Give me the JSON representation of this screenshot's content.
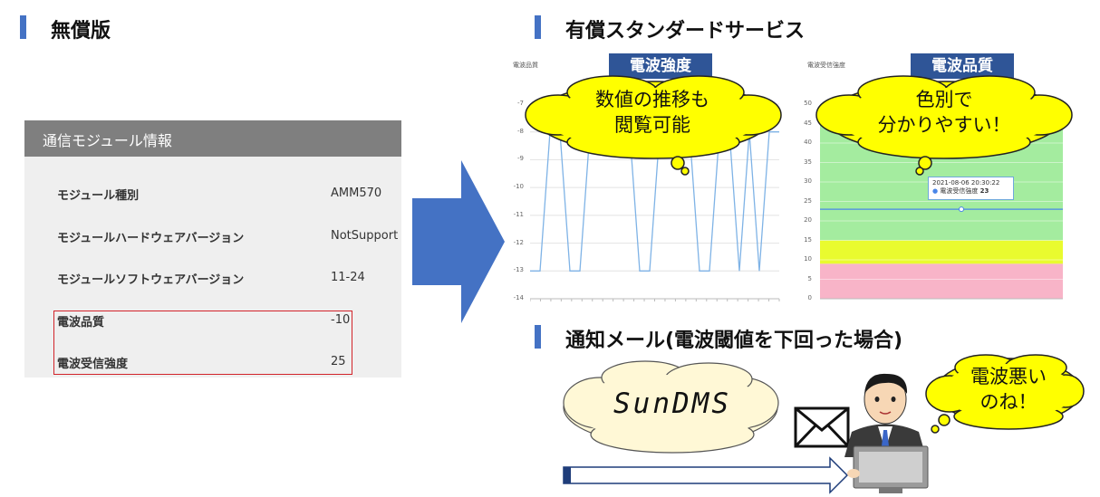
{
  "free": {
    "title": "無償版",
    "panel_title": "通信モジュール情報",
    "rows": [
      {
        "label": "モジュール種別",
        "value": "AMM570"
      },
      {
        "label": "モジュールハードウェアバージョン",
        "value": "NotSupport"
      },
      {
        "label": "モジュールソフトウェアバージョン",
        "value": "11-24"
      },
      {
        "label": "電波品質",
        "value": "-10"
      },
      {
        "label": "電波受信強度",
        "value": "25"
      }
    ]
  },
  "paid": {
    "title": "有償スタンダードサービス",
    "chart1_small_title": "電波品質",
    "chart1_tag": "電波強度",
    "chart1_bubble": [
      "数値の推移も",
      "閲覧可能"
    ],
    "chart1_yticks": [
      "-7",
      "-8",
      "-9",
      "-10",
      "-11",
      "-12",
      "-13",
      "-14"
    ],
    "chart2_small_title": "電波受信強度",
    "chart2_tag": "電波品質",
    "chart2_bubble": [
      "色別で",
      "分かりやすい！"
    ],
    "chart2_yticks": [
      "50",
      "45",
      "40",
      "35",
      "30",
      "25",
      "20",
      "15",
      "10",
      "5",
      "0"
    ],
    "tooltip_date": "2021-08-06 20:30:22",
    "tooltip_label": "電波受信強度",
    "tooltip_value": "23"
  },
  "notify": {
    "title": "通知メール(電波閾値を下回った場合)",
    "logo": "SunDMS",
    "person_bubble": [
      "電波悪い",
      "のね！"
    ]
  },
  "colors": {
    "accent": "#4472c4",
    "tag": "#2f5597",
    "arrow": "#4472c4",
    "bubble": "#ffff00",
    "band_green": "#a4ec9f",
    "band_yellow": "#e9fb2f",
    "band_pink": "#f8b4c8",
    "highlight_box": "#d2232a"
  },
  "icons": [
    "right-arrow-icon",
    "envelope-icon",
    "person-at-computer-icon",
    "cloud-icon",
    "speech-bubble-icon"
  ],
  "chart_data": [
    {
      "type": "line",
      "title": "電波品質",
      "xlabel": "",
      "ylabel": "",
      "ylim": [
        -14,
        -7
      ],
      "grid": true,
      "series": [
        {
          "values": [
            -13,
            -13,
            -8,
            -8,
            -13,
            -13,
            -8,
            -8,
            -8,
            -8,
            -8,
            -13,
            -13,
            -8,
            -8,
            -8,
            -8,
            -13,
            -13,
            -8,
            -8,
            -13,
            -8,
            -13,
            -8,
            -8
          ]
        }
      ]
    },
    {
      "type": "area",
      "title": "電波受信強度",
      "xlabel": "",
      "ylabel": "",
      "ylim": [
        0,
        50
      ],
      "bands": [
        {
          "from": 0,
          "to": 9,
          "color": "pink"
        },
        {
          "from": 9,
          "to": 15,
          "color": "yellow"
        },
        {
          "from": 15,
          "to": 50,
          "color": "green"
        }
      ],
      "series": [
        {
          "values": [
            23,
            23,
            23,
            23,
            23,
            23,
            23,
            23
          ]
        }
      ]
    }
  ]
}
